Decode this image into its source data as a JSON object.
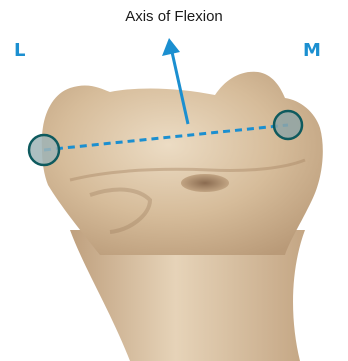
{
  "diagram": {
    "axis_label": "Axis of Flexion",
    "lateral_label": "L",
    "medial_label": "M",
    "accent_color": "#1b8fd0",
    "ring_color": "#0e5a5e",
    "bone_color": "#d8c1a2"
  }
}
